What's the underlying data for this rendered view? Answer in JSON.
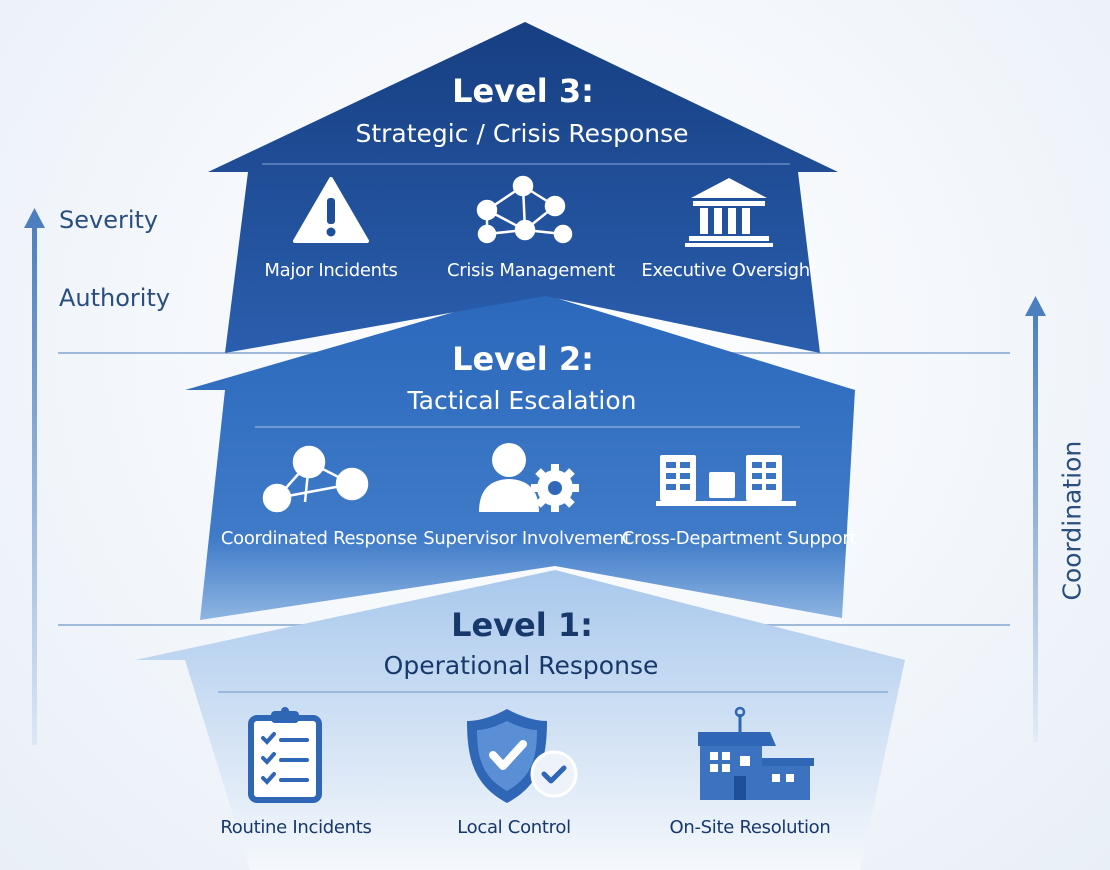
{
  "axes": {
    "left_labels": [
      "Severity",
      "Authority"
    ],
    "right_label": "Coordination"
  },
  "levels": [
    {
      "title": "Level 3:",
      "subtitle": "Strategic / Crisis Response",
      "color": "#1f4f98",
      "items": [
        {
          "label": "Major Incidents",
          "icon": "warning-icon"
        },
        {
          "label": "Crisis Management",
          "icon": "network-icon"
        },
        {
          "label": "Executive Oversight",
          "icon": "government-building-icon"
        }
      ]
    },
    {
      "title": "Level 2:",
      "subtitle": "Tactical Escalation",
      "color": "#2c67b9",
      "items": [
        {
          "label": "Coordinated Response",
          "icon": "connected-nodes-icon"
        },
        {
          "label": "Supervisor Involvement",
          "icon": "supervisor-gear-icon"
        },
        {
          "label": "Cross-Department Support",
          "icon": "departments-icon"
        }
      ]
    },
    {
      "title": "Level 1:",
      "subtitle": "Operational Response",
      "color": "#a9c7ea",
      "items": [
        {
          "label": "Routine Incidents",
          "icon": "clipboard-checklist-icon"
        },
        {
          "label": "Local Control",
          "icon": "shield-check-icon"
        },
        {
          "label": "On-Site Resolution",
          "icon": "building-icon"
        }
      ]
    }
  ]
}
